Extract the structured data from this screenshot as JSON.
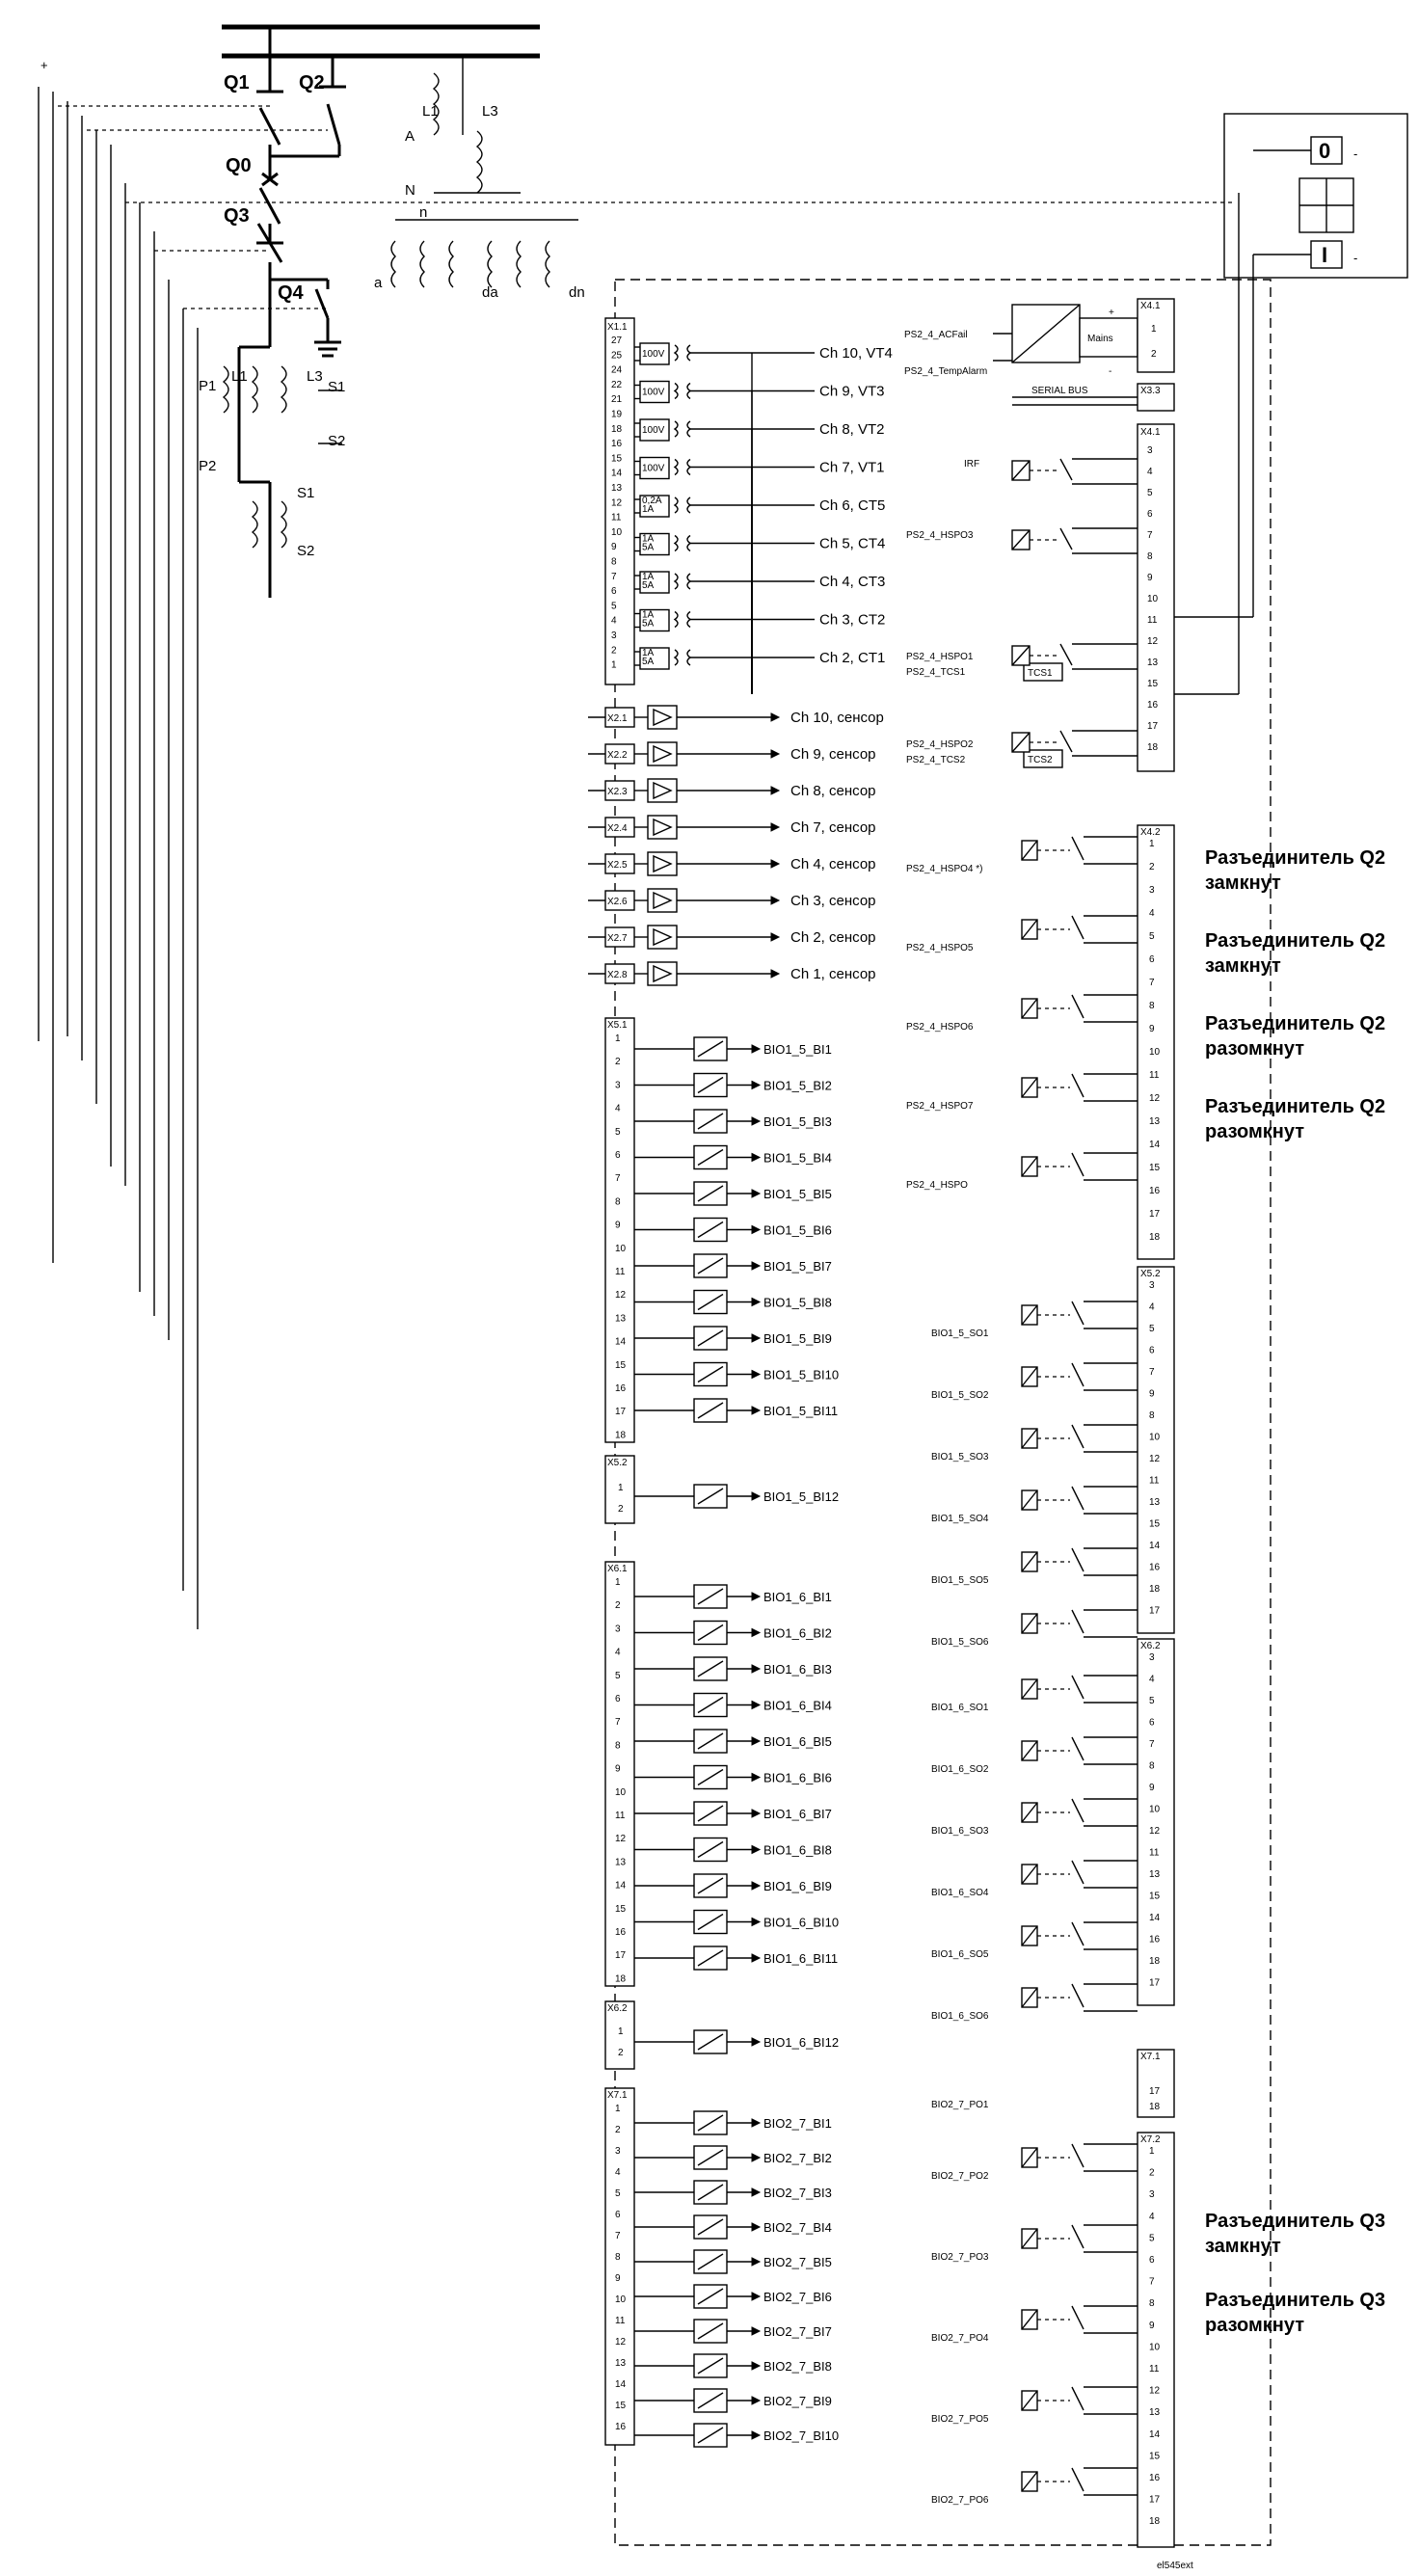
{
  "switches": [
    "Q1",
    "Q2",
    "Q0",
    "Q3",
    "Q4"
  ],
  "vt_labels": {
    "l1": "L1",
    "l3": "L3",
    "a_phase": "A",
    "neutral": "N",
    "n": "n",
    "a": "a",
    "da": "da",
    "dn": "dn"
  },
  "ct_labels": {
    "p1": "P1",
    "p2": "P2",
    "l1": "L1",
    "l3": "L3",
    "s1_top": "S1",
    "s2_top": "S2",
    "s1_bot": "S1",
    "s2_bot": "S2"
  },
  "x11": {
    "title": "X1.1",
    "pins": [
      "27",
      "25",
      "24",
      "22",
      "21",
      "19",
      "18",
      "16",
      "15",
      "14",
      "13",
      "12",
      "11",
      "10",
      "9",
      "8",
      "7",
      "6",
      "5",
      "4",
      "3",
      "2",
      "1"
    ],
    "ratings": [
      "100V",
      "100V",
      "100V",
      "100V",
      "0,2A\n1A",
      "1A\n5A",
      "1A\n5A",
      "1A\n5A",
      "1A\n5A"
    ],
    "channels": [
      "Ch 10, VT4",
      "Ch 9, VT3",
      "Ch 8, VT2",
      "Ch 7, VT1",
      "Ch 6, CT5",
      "Ch 5, CT4",
      "Ch 4, CT3",
      "Ch 3, CT2",
      "Ch 2, CT1"
    ]
  },
  "sensors": {
    "connectors": [
      "X2.1",
      "X2.2",
      "X2.3",
      "X2.4",
      "X2.5",
      "X2.6",
      "X2.7",
      "X2.8"
    ],
    "labels": [
      "Ch 10, сенсор",
      "Ch 9, сенсор",
      "Ch 8, сенсор",
      "Ch 7, сенсор",
      "Ch 4, сенсор",
      "Ch 3, сенсор",
      "Ch 2, сенсор",
      "Ch 1, сенсор"
    ]
  },
  "power": {
    "x41": "X4.1",
    "acfail": "PS2_4_ACFail",
    "tempalarm": "PS2_4_TempAlarm",
    "mains": "Mains",
    "plus": "+",
    "minus": "-",
    "pins": [
      "1",
      "2"
    ]
  },
  "serial": {
    "label": "SERIAL BUS",
    "connector": "X3.3"
  },
  "x41b": {
    "title": "X4.1",
    "irf": "IRF",
    "hspo3": "PS2_4_HSPO3",
    "hspo1": "PS2_4_HSPO1",
    "tcs1_sig": "PS2_4_TCS1",
    "tcs1": "TCS1",
    "hspo2": "PS2_4_HSPO2",
    "tcs2_sig": "PS2_4_TCS2",
    "tcs2": "TCS2",
    "pins": [
      "3",
      "4",
      "5",
      "6",
      "7",
      "8",
      "9",
      "10",
      "11",
      "12",
      "13",
      "15",
      "16",
      "17",
      "18"
    ]
  },
  "x42": {
    "title": "X4.2",
    "outputs": [
      "PS2_4_HSPO4 *)",
      "PS2_4_HSPO5",
      "PS2_4_HSPO6",
      "PS2_4_HSPO7",
      "PS2_4_HSPO"
    ],
    "pins": [
      "1",
      "2",
      "3",
      "4",
      "5",
      "6",
      "7",
      "8",
      "9",
      "10",
      "11",
      "12",
      "13",
      "14",
      "15",
      "16",
      "17",
      "18"
    ],
    "notes": [
      "Разъединитель Q2",
      "замкнут",
      "Разъединитель Q2",
      "замкнут",
      "Разъединитель Q2",
      "разомкнут",
      "Разъединитель Q2",
      "разомкнут"
    ]
  },
  "x51": {
    "title": "X5.1",
    "pins": [
      "1",
      "2",
      "3",
      "4",
      "5",
      "6",
      "7",
      "8",
      "9",
      "10",
      "11",
      "12",
      "13",
      "14",
      "15",
      "16",
      "17",
      "18"
    ],
    "inputs": [
      "BIO1_5_BI1",
      "BIO1_5_BI2",
      "BIO1_5_BI3",
      "BIO1_5_BI4",
      "BIO1_5_BI5",
      "BIO1_5_BI6",
      "BIO1_5_BI7",
      "BIO1_5_BI8",
      "BIO1_5_BI9",
      "BIO1_5_BI10",
      "BIO1_5_BI11"
    ]
  },
  "x52a": {
    "title": "X5.2",
    "pins": [
      "1",
      "2"
    ],
    "input": "BIO1_5_BI12"
  },
  "x52b": {
    "title": "X5.2",
    "outputs": [
      "BIO1_5_SO1",
      "BIO1_5_SO2",
      "BIO1_5_SO3",
      "BIO1_5_SO4",
      "BIO1_5_SO5",
      "BIO1_5_SO6"
    ],
    "pins": [
      "3",
      "4",
      "5",
      "6",
      "7",
      "9",
      "8",
      "10",
      "12",
      "11",
      "13",
      "15",
      "14",
      "16",
      "18",
      "17"
    ]
  },
  "x61": {
    "title": "X6.1",
    "pins": [
      "1",
      "2",
      "3",
      "4",
      "5",
      "6",
      "7",
      "8",
      "9",
      "10",
      "11",
      "12",
      "13",
      "14",
      "15",
      "16",
      "17",
      "18"
    ],
    "inputs": [
      "BIO1_6_BI1",
      "BIO1_6_BI2",
      "BIO1_6_BI3",
      "BIO1_6_BI4",
      "BIO1_6_BI5",
      "BIO1_6_BI6",
      "BIO1_6_BI7",
      "BIO1_6_BI8",
      "BIO1_6_BI9",
      "BIO1_6_BI10",
      "BIO1_6_BI11"
    ]
  },
  "x62a": {
    "title": "X6.2",
    "pins": [
      "1",
      "2"
    ],
    "input": "BIO1_6_BI12"
  },
  "x62b": {
    "title": "X6.2",
    "outputs": [
      "BIO1_6_SO1",
      "BIO1_6_SO2",
      "BIO1_6_SO3",
      "BIO1_6_SO4",
      "BIO1_6_SO5",
      "BIO1_6_SO6"
    ],
    "pins": [
      "3",
      "4",
      "5",
      "6",
      "7",
      "8",
      "9",
      "10",
      "12",
      "11",
      "13",
      "15",
      "14",
      "16",
      "18",
      "17"
    ]
  },
  "x71": {
    "title": "X7.1",
    "pins": [
      "1",
      "2",
      "3",
      "4",
      "5",
      "6",
      "7",
      "8",
      "9",
      "10",
      "11",
      "12",
      "13",
      "14",
      "15",
      "16"
    ],
    "inputs": [
      "BIO2_7_BI1",
      "BIO2_7_BI2",
      "BIO2_7_BI3",
      "BIO2_7_BI4",
      "BIO2_7_BI5",
      "BIO2_7_BI6",
      "BIO2_7_BI7",
      "BIO2_7_BI8",
      "BIO2_7_BI9",
      "BIO2_7_BI10"
    ]
  },
  "x71b": {
    "title": "X7.1",
    "output": "BIO2_7_PO1",
    "pins": [
      "17",
      "18"
    ]
  },
  "x72": {
    "title": "X7.2",
    "outputs": [
      "BIO2_7_PO2",
      "BIO2_7_PO3",
      "BIO2_7_PO4",
      "BIO2_7_PO5",
      "BIO2_7_PO6"
    ],
    "pins": [
      "1",
      "2",
      "3",
      "4",
      "5",
      "6",
      "7",
      "8",
      "9",
      "10",
      "11",
      "12",
      "13",
      "14",
      "15",
      "16",
      "17",
      "18"
    ],
    "notes": [
      "Разъединитель Q3",
      "замкнут",
      "Разъединитель Q3",
      "разомкнут"
    ]
  },
  "control_switch": {
    "open": "0",
    "close": "I",
    "minus": "-"
  },
  "supply": {
    "plus": "+",
    "minus": "-"
  },
  "footer": "el545ext"
}
